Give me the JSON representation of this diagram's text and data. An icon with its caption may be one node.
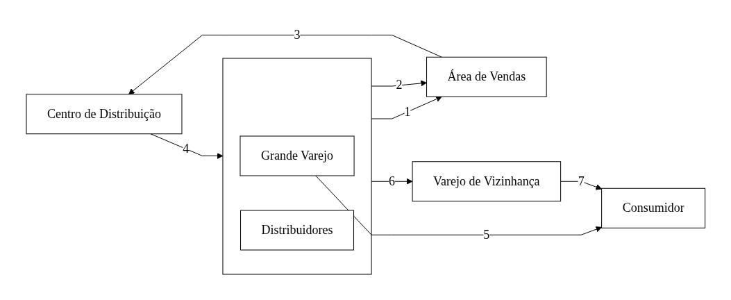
{
  "diagram": {
    "nodes": [
      {
        "text": [
          "Centro de Distribuição"
        ]
      },
      {
        "text": [
          "Área de Vendas"
        ]
      },
      {
        "text": [],
        "shape": "box"
      },
      {
        "text": [
          "Grande Varejo"
        ],
        "in": 2
      },
      {
        "text": [
          "Distribuidores"
        ],
        "in": 2
      },
      {
        "text": [
          "Consumidor"
        ]
      },
      {
        "text": [
          "Varejo de Vizinhança"
        ]
      }
    ],
    "edges": [
      {
        "from": 1,
        "to": 0,
        "arrow": "to",
        "label": "3"
      },
      {
        "from": 0,
        "to": 2,
        "arrow": "to",
        "label": "4"
      },
      {
        "from": 2,
        "to": 1,
        "arrow": "to",
        "label": "1"
      },
      {
        "from": 2,
        "to": 1,
        "arrow": "to",
        "label": "2"
      },
      {
        "from": 3,
        "to": 5,
        "arrow": "to",
        "label": "5"
      },
      {
        "from": 2,
        "to": 6,
        "arrow": "to",
        "label": "6"
      },
      {
        "from": 6,
        "to": 5,
        "arrow": "to",
        "label": "7"
      }
    ]
  }
}
